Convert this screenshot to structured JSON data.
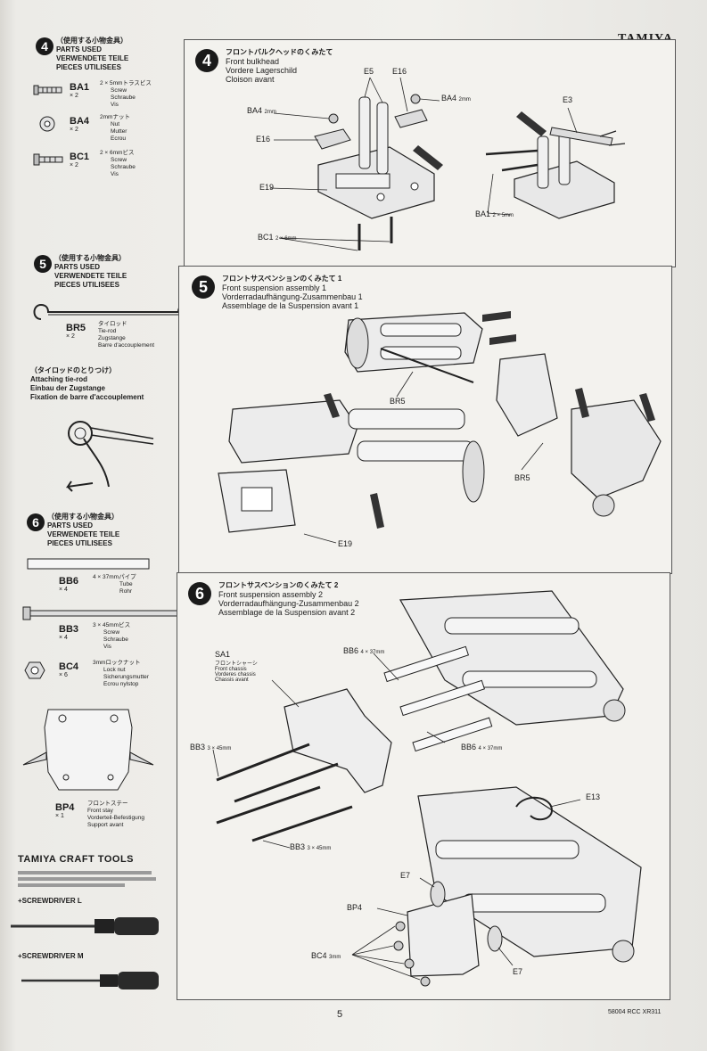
{
  "brand": "TAMIYA",
  "parts_heading": {
    "jp": "（使用する小物金具）",
    "en": "PARTS USED",
    "de": "VERWENDETE TEILE",
    "fr": "PIECES UTILISEES"
  },
  "sidebar": {
    "step4": {
      "number": "4",
      "parts": [
        {
          "code": "BA1",
          "qty": "× 2",
          "desc_jp": "2 × 5mmトラスビス",
          "desc": [
            "Screw",
            "Schraube",
            "Vis"
          ]
        },
        {
          "code": "BA4",
          "qty": "× 2",
          "desc_jp": "2mmナット",
          "desc": [
            "Nut",
            "Mutter",
            "Ecrou"
          ]
        },
        {
          "code": "BC1",
          "qty": "× 2",
          "desc_jp": "2 × 6mmビス",
          "desc": [
            "Screw",
            "Schraube",
            "Vis"
          ]
        }
      ]
    },
    "step5": {
      "number": "5",
      "parts": [
        {
          "code": "BR5",
          "qty": "× 2",
          "desc_jp": "タイロッド",
          "desc": [
            "Tie-rod",
            "Zugstange",
            "Barre d'accouplement"
          ]
        }
      ],
      "attach": {
        "jp": "（タイロッドのとりつけ）",
        "en": "Attaching tie-rod",
        "de": "Einbau der Zugstange",
        "fr": "Fixation de barre d'accouplement"
      }
    },
    "step6": {
      "number": "6",
      "parts": [
        {
          "code": "BB6",
          "qty": "× 4",
          "desc_jp": "4 × 37mmパイプ",
          "desc": [
            "Tube",
            "Rohr"
          ]
        },
        {
          "code": "BB3",
          "qty": "× 4",
          "desc_jp": "3 × 45mmビス",
          "desc": [
            "Screw",
            "Schraube",
            "Vis"
          ]
        },
        {
          "code": "BC4",
          "qty": "× 6",
          "desc_jp": "3mmロックナット",
          "desc": [
            "Lock nut",
            "Sicherungsmutter",
            "Ecrou nylstop"
          ]
        },
        {
          "code": "BP4",
          "qty": "× 1",
          "desc_jp": "フロントステー",
          "desc": [
            "Front stay",
            "Vorderteil-Befestigung",
            "Support avant"
          ]
        }
      ]
    },
    "craft_tools": {
      "title": "TAMIYA CRAFT TOOLS",
      "tool1": "+SCREWDRIVER L",
      "tool2": "+SCREWDRIVER M"
    }
  },
  "steps": [
    {
      "number": "4",
      "title_jp": "フロントバルクヘッドのくみたて",
      "title_en": "Front bulkhead",
      "title_de": "Vordere Lagerschild",
      "title_fr": "Cloison avant",
      "labels": {
        "e5": "E5",
        "e16a": "E16",
        "ba4a": "BA4",
        "ba4b": "BA4",
        "e16b": "E16",
        "e19": "E19",
        "bc1": "BC1",
        "e3": "E3",
        "ba1": "BA1",
        "size_2mm": "2mm",
        "size_2x6": "2 × 6mm",
        "size_2x5": "2 × 5mm"
      }
    },
    {
      "number": "5",
      "title_jp": "フロントサスペンションのくみたて 1",
      "title_en": "Front suspension assembly 1",
      "title_de": "Vorderradaufhängung-Zusammenbau 1",
      "title_fr": "Assemblage de la Suspension avant 1",
      "labels": {
        "br5a": "BR5",
        "br5b": "BR5",
        "e19": "E19"
      }
    },
    {
      "number": "6",
      "title_jp": "フロントサスペンションのくみたて 2",
      "title_en": "Front suspension assembly 2",
      "title_de": "Vorderradaufhängung-Zusammenbau 2",
      "title_fr": "Assemblage de la Suspension avant 2",
      "labels": {
        "sa1": "SA1",
        "sa1_jp": "フロントシャーシ",
        "sa1_en": "Front chassis",
        "sa1_de": "Vorderes chassis",
        "sa1_fr": "Chassis avant",
        "bb6a": "BB6",
        "bb6b": "BB6",
        "size_4x37": "4 × 37mm",
        "bb3a": "BB3",
        "bb3b": "BB3",
        "size_3x45": "3 × 45mm",
        "e13": "E13",
        "e7a": "E7",
        "e7b": "E7",
        "bp4": "BP4",
        "bc4": "BC4",
        "size_3mm": "3mm"
      }
    }
  ],
  "footer": {
    "page": "5",
    "code": "58004 RCC XR311"
  }
}
